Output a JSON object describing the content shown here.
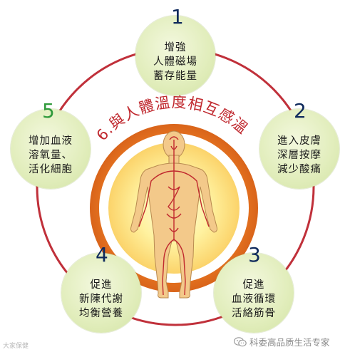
{
  "title": "6.與人體溫度相互感溫",
  "nodes": [
    {
      "number": "1",
      "lines": [
        "增強",
        "人體磁場",
        "蓄存能量"
      ]
    },
    {
      "number": "2",
      "lines": [
        "進入皮膚",
        "深層按摩",
        "減少酸痛"
      ]
    },
    {
      "number": "3",
      "lines": [
        "促進",
        "血液循環",
        "活絡筋骨"
      ]
    },
    {
      "number": "4",
      "lines": [
        "促進",
        "新陳代謝",
        "均衡營養"
      ]
    },
    {
      "number": "5",
      "lines": [
        "增加血液",
        "溶氧量、",
        "活化細胞"
      ]
    }
  ],
  "watermark_left": "大家保健",
  "watermark_right": "科委高品质生活专家",
  "colors": {
    "ring": "#c0303a",
    "halo": "#e87722",
    "number_blue": "#0f2a5c",
    "number_green": "#2f9a3b",
    "bubble": "#e1edbb",
    "figure_skin": "#f3c98a",
    "vessels": "#c0282e"
  },
  "icons": {
    "watermark_right": "wechat-icon"
  }
}
